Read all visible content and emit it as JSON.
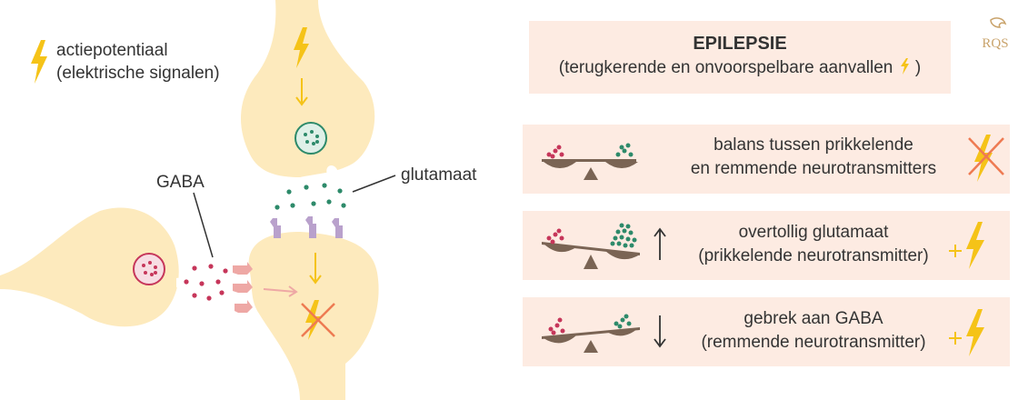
{
  "legend": {
    "line1": "actiepotentiaal",
    "line2": "(elektrische signalen)"
  },
  "labels": {
    "gaba": "GABA",
    "glutamate": "glutamaat"
  },
  "title": {
    "heading": "EPILEPSIE",
    "subtitle": "(terugkerende en onvoorspelbare aanvallen"
  },
  "cards": [
    {
      "line1": "balans tussen prikkelende",
      "line2": "en remmende neurotransmitters"
    },
    {
      "line1": "overtollig glutamaat",
      "line2": "(prikkelende neurotransmitter)"
    },
    {
      "line1": "gebrek aan GABA",
      "line2": "(remmende neurotransmitter)"
    }
  ],
  "logo": "RQS",
  "colors": {
    "neuron": "#fdeabd",
    "bolt": "#f5c318",
    "card_bg": "#fdebe2",
    "gaba": "#c6365a",
    "glutamate": "#2d8a6a",
    "receptor_purple": "#b9a1cc",
    "receptor_pink": "#eea8a5",
    "cross": "#ee7a52",
    "scale": "#7a6454"
  }
}
